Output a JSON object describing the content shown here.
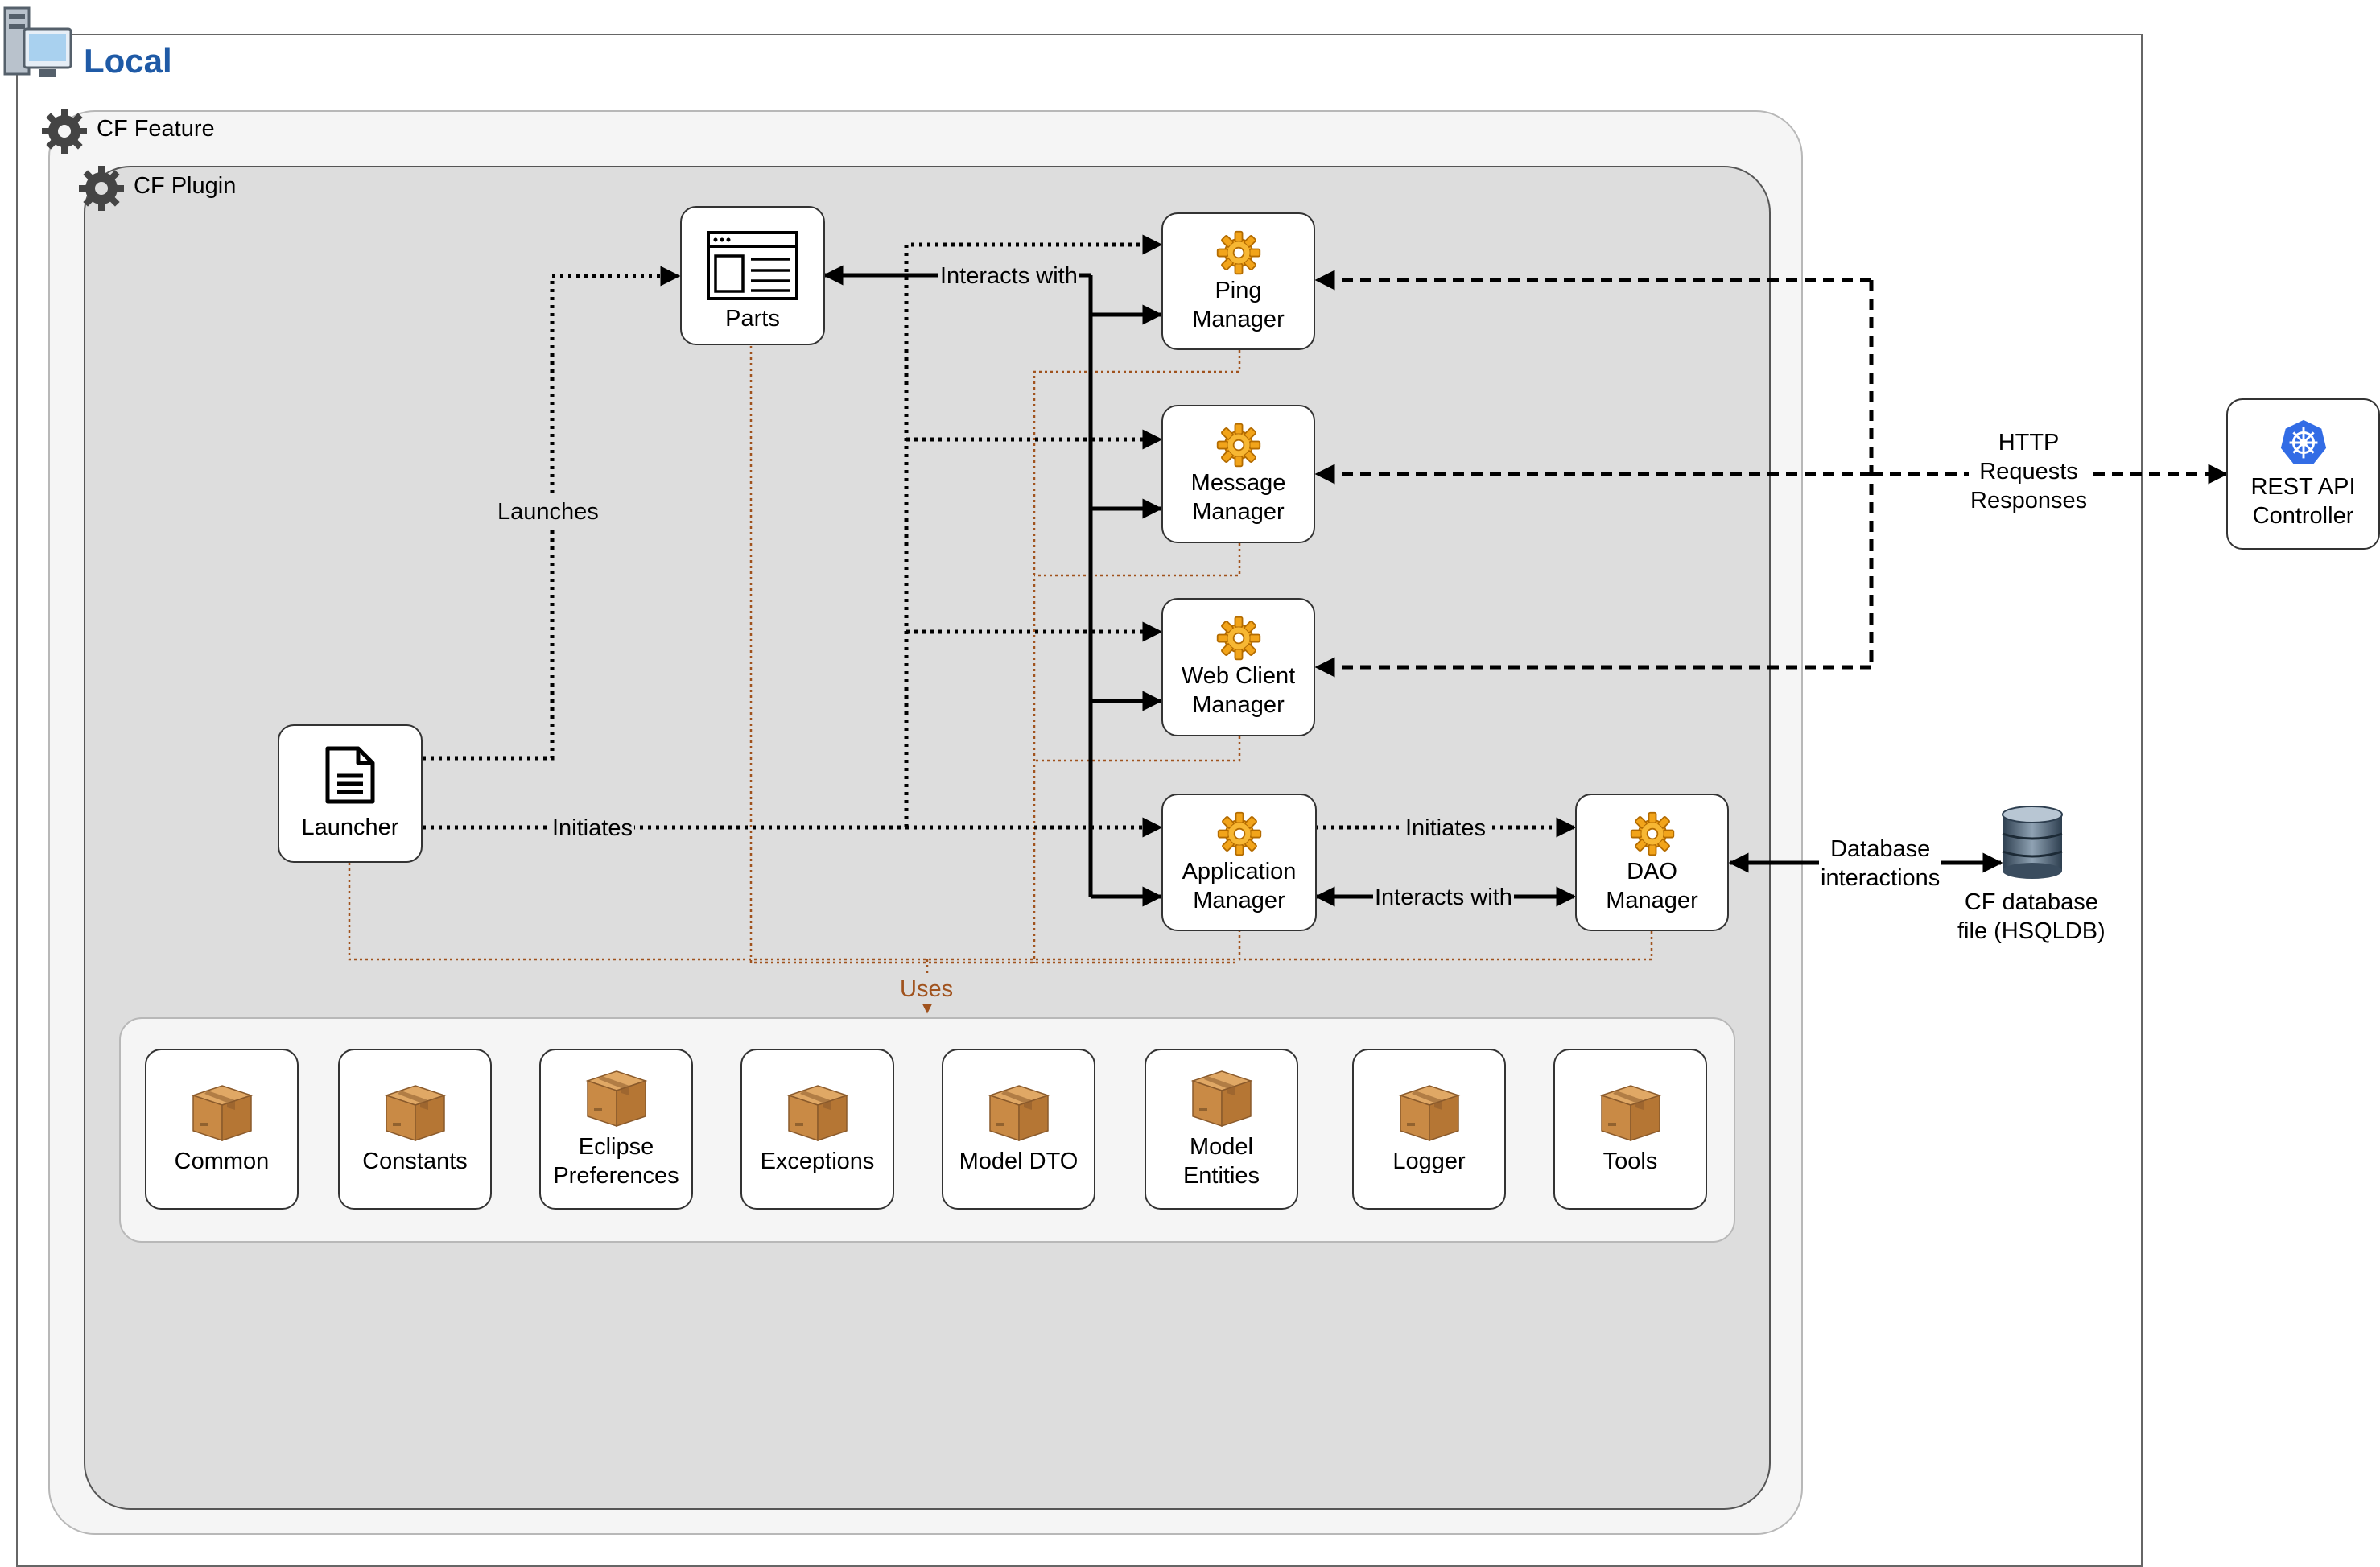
{
  "containers": {
    "local": "Local",
    "feature": "CF Feature",
    "plugin": "CF Plugin"
  },
  "nodes": {
    "parts": "Parts",
    "launcher": "Launcher",
    "ping": "Ping\nManager",
    "message": "Message\nManager",
    "webclient": "Web Client\nManager",
    "application": "Application\nManager",
    "dao": "DAO\nManager",
    "rest": "REST API\nController",
    "database": "CF database\nfile (HSQLDB)"
  },
  "packages": [
    {
      "label": "Common"
    },
    {
      "label": "Constants"
    },
    {
      "label": "Eclipse\nPreferences"
    },
    {
      "label": "Exceptions"
    },
    {
      "label": "Model DTO"
    },
    {
      "label": "Model\nEntities"
    },
    {
      "label": "Logger"
    },
    {
      "label": "Tools"
    }
  ],
  "edge_labels": {
    "launches": "Launches",
    "initiates_launcher": "Initiates",
    "interacts_parts": "Interacts with",
    "initiates_app_dao": "Initiates",
    "interacts_app_dao": "Interacts with",
    "uses": "Uses",
    "http": "HTTP\nRequests\nResponses",
    "database": "Database\ninteractions"
  },
  "icons": {
    "local": "server-computer-icon",
    "feature": "gear-icon",
    "plugin": "gear-icon",
    "parts": "browser-window-icon",
    "launcher": "document-icon",
    "managers": "orange-gear-icon",
    "rest": "kubernetes-api-icon",
    "database": "database-cylinder-icon",
    "packages": "cardboard-box-icon"
  },
  "colors": {
    "local_title": "#1f5aa6",
    "uses_line": "#a0521d",
    "plugin_fill": "#dddddd",
    "feature_fill": "#f5f5f5"
  }
}
